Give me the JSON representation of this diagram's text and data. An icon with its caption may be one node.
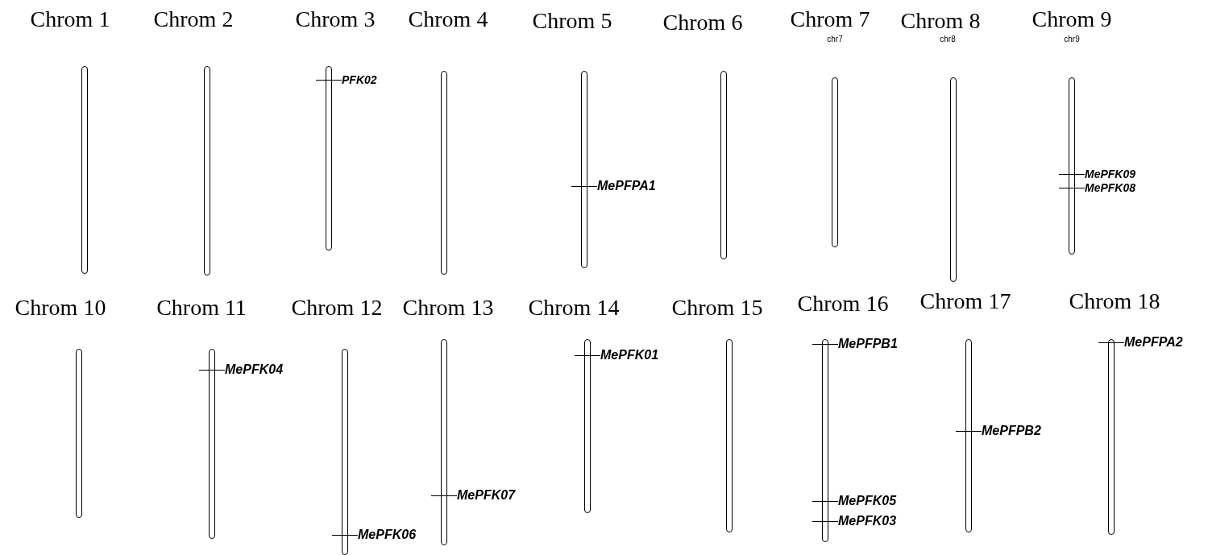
{
  "diagram": {
    "nodes": [
      {
        "text": [
          "Chrom 1"
        ]
      },
      {
        "text": [
          "Chrom 2"
        ]
      },
      {
        "text": [
          "Chrom 3"
        ],
        "beside": [
          "PFK02"
        ]
      },
      {
        "text": [
          "Chrom 4"
        ]
      },
      {
        "text": [
          "Chrom 5"
        ],
        "beside": [
          "MePFPA1"
        ]
      },
      {
        "text": [
          "Chrom 6"
        ]
      },
      {
        "text": [
          "Chrom 7"
        ]
      },
      {
        "text": [
          "Chrom 8"
        ]
      },
      {
        "text": [
          "Chrom 9"
        ],
        "beside": [
          "MePFK09",
          "MePFK08"
        ]
      },
      {
        "text": [
          "Chrom 10"
        ]
      },
      {
        "text": [
          "Chrom 11"
        ],
        "beside": [
          "MePFK04"
        ]
      },
      {
        "text": [
          "Chrom 12"
        ],
        "beside": [
          "MePFK06"
        ]
      },
      {
        "text": [
          "Chrom 13"
        ],
        "beside": [
          "MePFK07"
        ]
      },
      {
        "text": [
          "Chrom 14"
        ],
        "beside": [
          "MePFK01"
        ]
      },
      {
        "text": [
          "Chrom 15"
        ]
      },
      {
        "text": [
          "Chrom 16"
        ],
        "beside": [
          "MePFPB1",
          "MePFK05",
          "MePFK03"
        ]
      },
      {
        "text": [
          "Chrom 17"
        ],
        "beside": [
          "MePFPB2"
        ]
      },
      {
        "text": [
          "Chrom 18"
        ],
        "beside": [
          "MePFPA2"
        ]
      }
    ],
    "labels": [
      "chr7",
      "chr8",
      "chr9"
    ]
  }
}
